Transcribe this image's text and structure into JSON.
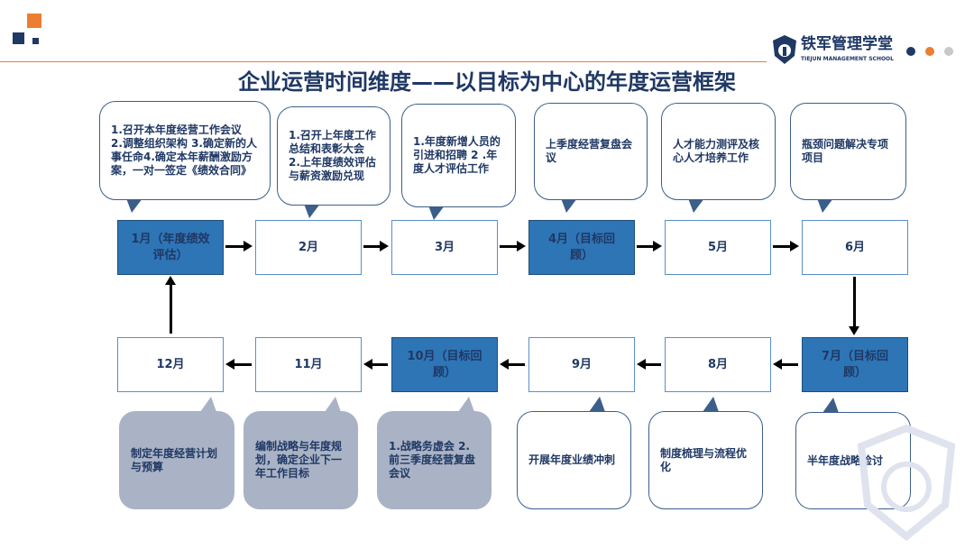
{
  "header": {
    "title": "企业运营时间维度——以目标为中心的年度运营框架",
    "brand_cn": "铁军管理学堂",
    "brand_en": "TIEJUN MANAGEMENT SCHOOL"
  },
  "colors": {
    "navy": "#1f3864",
    "accent_blue": "#2e75b6",
    "orange": "#ed7d31",
    "gray_bubble": "#aab3c5"
  },
  "months": [
    {
      "label": "1月（年度绩效评估）",
      "highlight": true
    },
    {
      "label": "2月",
      "highlight": false
    },
    {
      "label": "3月",
      "highlight": false
    },
    {
      "label": "4月（目标回顾）",
      "highlight": true
    },
    {
      "label": "5月",
      "highlight": false
    },
    {
      "label": "6月",
      "highlight": false
    },
    {
      "label": "7月（目标回顾）",
      "highlight": true
    },
    {
      "label": "8月",
      "highlight": false
    },
    {
      "label": "9月",
      "highlight": false
    },
    {
      "label": "10月（目标回顾）",
      "highlight": true
    },
    {
      "label": "11月",
      "highlight": false
    },
    {
      "label": "12月",
      "highlight": false
    }
  ],
  "notes": [
    "1.召开本年度经营工作会议　 2.调整组织架构 3.确定新的人事任命4.确定本年薪酬激励方案，一对一签定《绩效合同》",
    "1.召开上年度工作总结和表彰大会　2.上年度绩效评估与薪资激励兑现",
    "1.年度新增人员的引进和招聘 2 .年度人才评估工作",
    "上季度经营复盘会议",
    "人才能力测评及核心人才培养工作",
    "瓶颈问题解决专项项目",
    "半年度战略检讨",
    "制度梳理与流程优化",
    "开展年度业绩冲刺",
    "1.战略务虚会 2.前三季度经营复盘会议",
    "编制战略与年度规划，确定企业下一年工作目标",
    "制定年度经营计划与预算"
  ]
}
